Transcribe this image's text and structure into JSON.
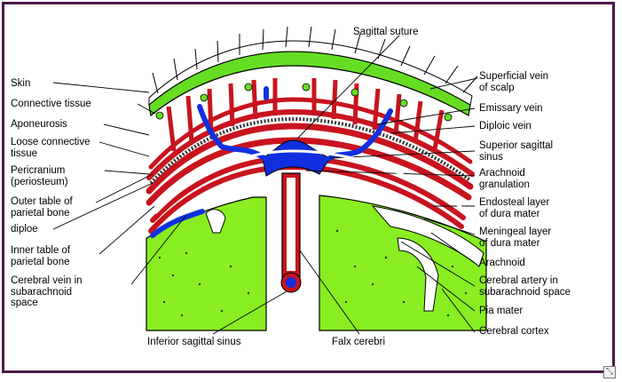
{
  "diagram": {
    "colors": {
      "skin_green": "#66dd22",
      "cortex_green": "#88ee22",
      "artery_red": "#c8141e",
      "vein_blue": "#1030e0",
      "border_purple": "#4a1a4c"
    },
    "left_labels": {
      "skin": "Skin",
      "connective_tissue": "Connective tissue",
      "aponeurosis": "Aponeurosis",
      "loose_connective_1": "Loose connective",
      "loose_connective_2": "tissue",
      "pericranium_1": "Pericranium",
      "pericranium_2": "(periosteum)",
      "outer_table_1": "Outer table of",
      "outer_table_2": "parietal bone",
      "diploe": "diploe",
      "inner_table_1": "Inner table of",
      "inner_table_2": "parietal bone",
      "cerebral_vein_1": "Cerebral vein in",
      "cerebral_vein_2": "subarachnoid",
      "cerebral_vein_3": "space"
    },
    "right_labels": {
      "superficial_vein_1": "Superficial vein",
      "superficial_vein_2": "of scalp",
      "emissary_vein": "Emissary vein",
      "diploic_vein": "Diploic vein",
      "superior_sagittal_1": "Superior sagittal",
      "superior_sagittal_2": "sinus",
      "arachnoid_granulation_1": "Arachnoid",
      "arachnoid_granulation_2": "granulation",
      "endosteal_1": "Endosteal layer",
      "endosteal_2": "of dura mater",
      "meningeal_1": "Meningeal layer",
      "meningeal_2": "of dura mater",
      "arachnoid": "Arachnoid",
      "cerebral_artery_1": "Cerebral artery in",
      "cerebral_artery_2": "subarachnoid space",
      "pia_mater": "Pia mater",
      "cerebral_cortex": "Cerebral cortex"
    },
    "top_label": "Sagittal suture",
    "bottom_labels": {
      "inferior_sagittal_sinus": "Inferior sagittal sinus",
      "falx_cerebri": "Falx cerebri"
    }
  }
}
